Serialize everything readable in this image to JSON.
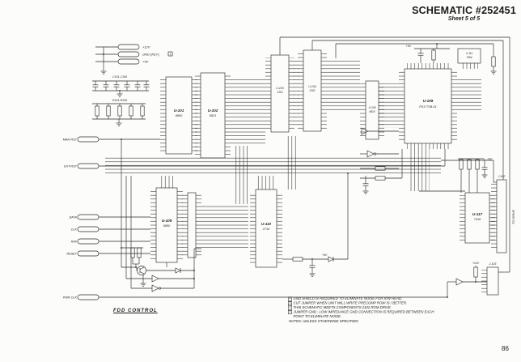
{
  "header": {
    "title": "SCHEMATIC #252451",
    "sheet": "Sheet 5 of 5"
  },
  "page_number": "86",
  "section_label": "FDD CONTROL",
  "notes": {
    "heading": "NOTES: UNLESS OTHERWISE SPECIFIED:",
    "items": [
      {
        "num": "4",
        "text": "GND SHIELD IS REQUIRED TO ELIMINATE NOISE FOR R/W HEAD."
      },
      {
        "num": "3",
        "text": "CUT JUMPER WHEN UNIT WILL WRITE PRECOMP ROW IS / BETTER."
      },
      {
        "num": "2",
        "text": "THIS SCHEMATIC MEETS COMPONENTS 2102 ROM DRIVE."
      },
      {
        "num": "1",
        "text": "JUMPER GND : LOW IMPEDANCE GND CONNECTION IS REQUIRED BETWEEN EACH POINT TO ELIMINATE NOISE."
      }
    ]
  },
  "power": {
    "p12": "+12V",
    "gnd": "GND (KEY)",
    "key": "1",
    "p5": "+5V"
  },
  "banks": {
    "caps": "C101-C106",
    "res": "R101-R105"
  },
  "inputs": {
    "man_rst": "MAN-RST",
    "ext_rst": "EXT-RST",
    "data": "DATA",
    "clk": "CLK",
    "rw": "R/W",
    "reset": "RESET",
    "pwr_clk": "PWR CLK"
  },
  "ics": {
    "u101": {
      "ref": "U-101",
      "part": "6800"
    },
    "u102": {
      "ref": "U-102",
      "part": "6821"
    },
    "u103": {
      "ref": "U-103",
      "part": "2102"
    },
    "u104": {
      "ref": "U-104",
      "part": "2102"
    },
    "u105": {
      "ref": "U-105",
      "part": "6810"
    },
    "u108": {
      "ref": "U-108",
      "part": "FD1771B-01"
    },
    "u109": {
      "ref": "U-109",
      "part": "6850"
    },
    "u110": {
      "ref": "U-110",
      "part": "2716"
    },
    "u111": {
      "ref": "U-111",
      "part": "7404"
    },
    "u117": {
      "ref": "U-117",
      "part": "7416"
    }
  },
  "connectors": {
    "j102_ref": "J-102",
    "j102_label": "TO DRIVE",
    "j103_ref": "J-103"
  },
  "misc": {
    "v5": "+5V",
    "v12": "+12V"
  }
}
